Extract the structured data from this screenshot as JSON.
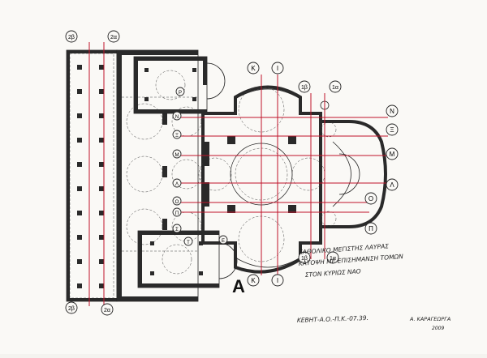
{
  "sheet_letter": "A",
  "title_lines": [
    "ΚΑΘΟΛΙΚΟ ΜΕΓΙΣΤΗΣ ΛΑΥΡΑΣ",
    "ΚΑΤΟΨΗ ΜΕ ΕΠΙΣΗΜΑΝΣΗ ΤΟΜΩΝ",
    "ΣΤΟΝ ΚΥΡΙΩΣ ΝΑΟ"
  ],
  "drawing_code": "ΚΕΒΗΤ-Α.Ο.-Π.Κ.-07.39.",
  "author": "Α. ΚΑΡΑΓΕΩΡΓΑ",
  "year": "2009",
  "section_markers": {
    "top_left_a": "2β",
    "top_left_b": "2α",
    "bottom_left_a": "2β",
    "bottom_left_b": "2α",
    "top_k": "Κ",
    "top_i": "Ι",
    "bottom_k": "Κ",
    "bottom_i": "Ι",
    "right_top_a": "1β",
    "right_top_b": "1α",
    "right_bottom_a": "1β",
    "right_bottom_b": "1α",
    "right_n": "Ν",
    "right_e": "Ξ",
    "right_m": "Μ",
    "right_l": "Λ",
    "right_o": "Ο",
    "right_p": "Π",
    "inner_p": "Ρ",
    "inner_n": "Ν",
    "inner_e": "Ξ",
    "inner_m": "Μ",
    "inner_l": "Λ",
    "inner_o": "Ο",
    "inner_p2": "Π",
    "inner_s": "Σ",
    "inner_t": "Τ",
    "inner_e2": "Ε"
  },
  "colors": {
    "section_line": "#c0142a",
    "ink": "#2a2a2a",
    "paper": "#faf9f6"
  }
}
